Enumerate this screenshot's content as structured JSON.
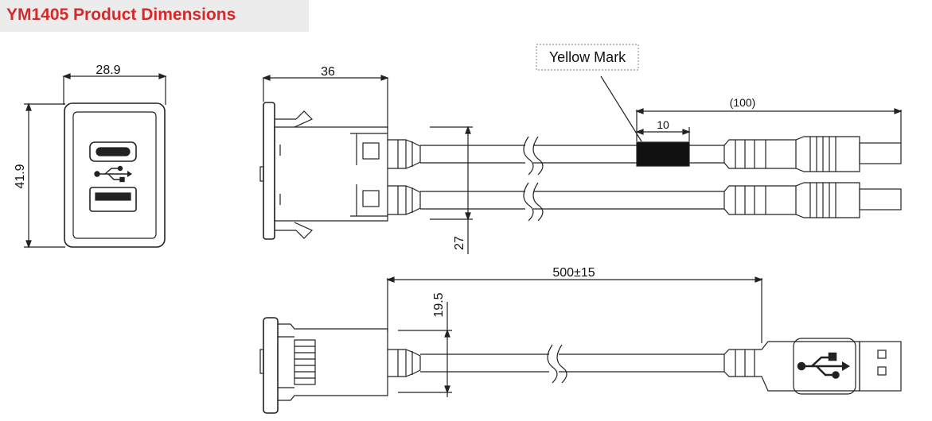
{
  "title": "YM1405 Product Dimensions",
  "callouts": {
    "yellow_mark": "Yellow Mark"
  },
  "dimensions": {
    "front_width": "28.9",
    "front_height": "41.9",
    "body_depth": "36",
    "cable_spacing": "27",
    "mark_length": "10",
    "connector_length": "(100)",
    "cable_length": "500±15",
    "bottom_height": "19.5"
  },
  "colors": {
    "title_text": "#d42a2a",
    "title_bg": "#ececec",
    "line": "#222222"
  },
  "icons": {
    "front_usb_symbol": "usb-icon",
    "plug_usb_symbol": "usb-icon"
  }
}
